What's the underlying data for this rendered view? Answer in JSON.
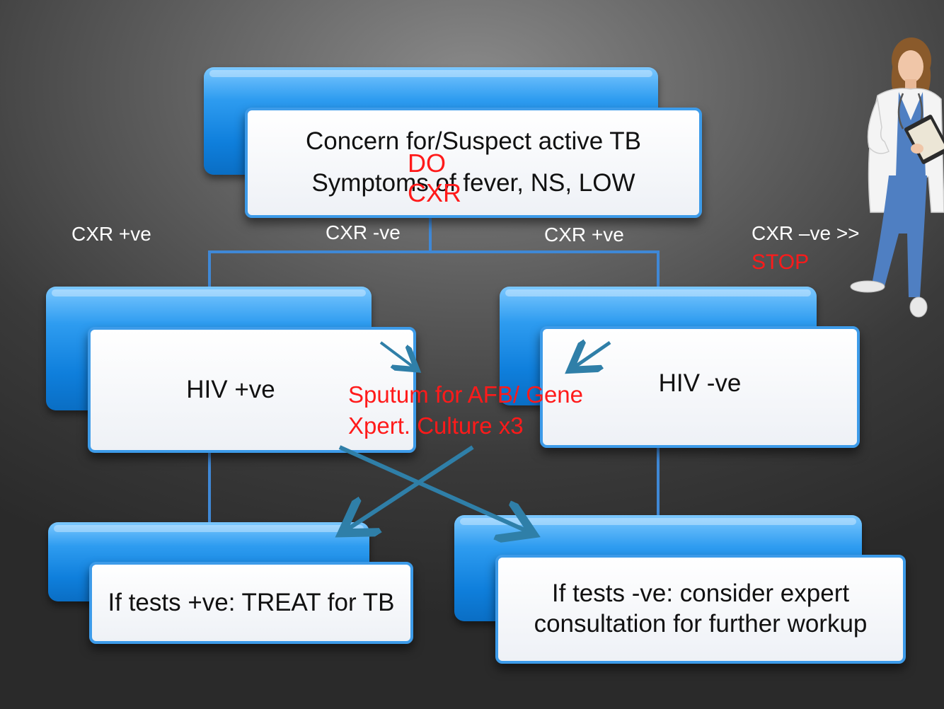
{
  "top_box": {
    "line1": "Concern for/Suspect active TB",
    "line2": "Symptoms of fever, NS, LOW"
  },
  "do_cxr": {
    "line1": "DO",
    "line2": "CXR"
  },
  "branch_labels": {
    "cxr_pos_left": "CXR +ve",
    "cxr_neg_mid": "CXR -ve",
    "cxr_pos_right": "CXR +ve",
    "cxr_neg_stop": "CXR –ve >>",
    "stop": "STOP"
  },
  "hiv_pos_box": {
    "text": "HIV +ve"
  },
  "hiv_neg_box": {
    "text": "HIV -ve"
  },
  "sputum_note": {
    "line1": "Sputum for AFB/ Gene",
    "line2": "Xpert. Culture x3"
  },
  "treat_box": {
    "text": "If tests +ve: TREAT for TB"
  },
  "consult_box": {
    "line1": "If tests -ve: consider expert",
    "line2": "consultation for further workup"
  },
  "colors": {
    "accent_blue": "#2e9cf0",
    "box_border": "#3d9be9",
    "arrow": "#2f7fa8",
    "note_red": "#ff1a1a"
  }
}
